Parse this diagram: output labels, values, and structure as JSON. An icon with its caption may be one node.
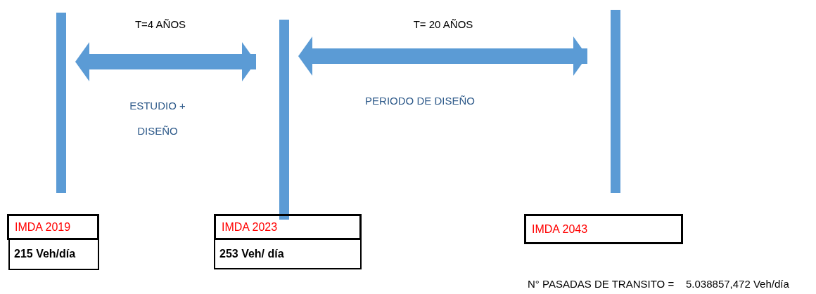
{
  "diagram": {
    "nodes": [
      {
        "text": [],
        "shape": "bar"
      },
      {
        "text": [],
        "shape": "bar"
      },
      {
        "text": [],
        "shape": "bar"
      },
      {
        "text": [
          "IMDA 2019"
        ]
      },
      {
        "text": [
          "215 Veh/día"
        ]
      },
      {
        "text": [
          "IMDA 2023"
        ]
      },
      {
        "text": [
          "253 Veh/ día"
        ]
      },
      {
        "text": [
          "IMDA 2043"
        ]
      }
    ],
    "edges": [
      {
        "from": 0,
        "to": 1,
        "arrow": "both",
        "label": "T=4 AÑOS"
      },
      {
        "from": 1,
        "to": 2,
        "arrow": "both",
        "label": "T= 20 AÑOS"
      }
    ],
    "labels": [
      "ESTUDIO + DISEÑO",
      "PERIODO DE DISEÑO",
      "N° PASADAS DE TRANSITO =",
      "5.038857,472 Veh/día"
    ]
  }
}
